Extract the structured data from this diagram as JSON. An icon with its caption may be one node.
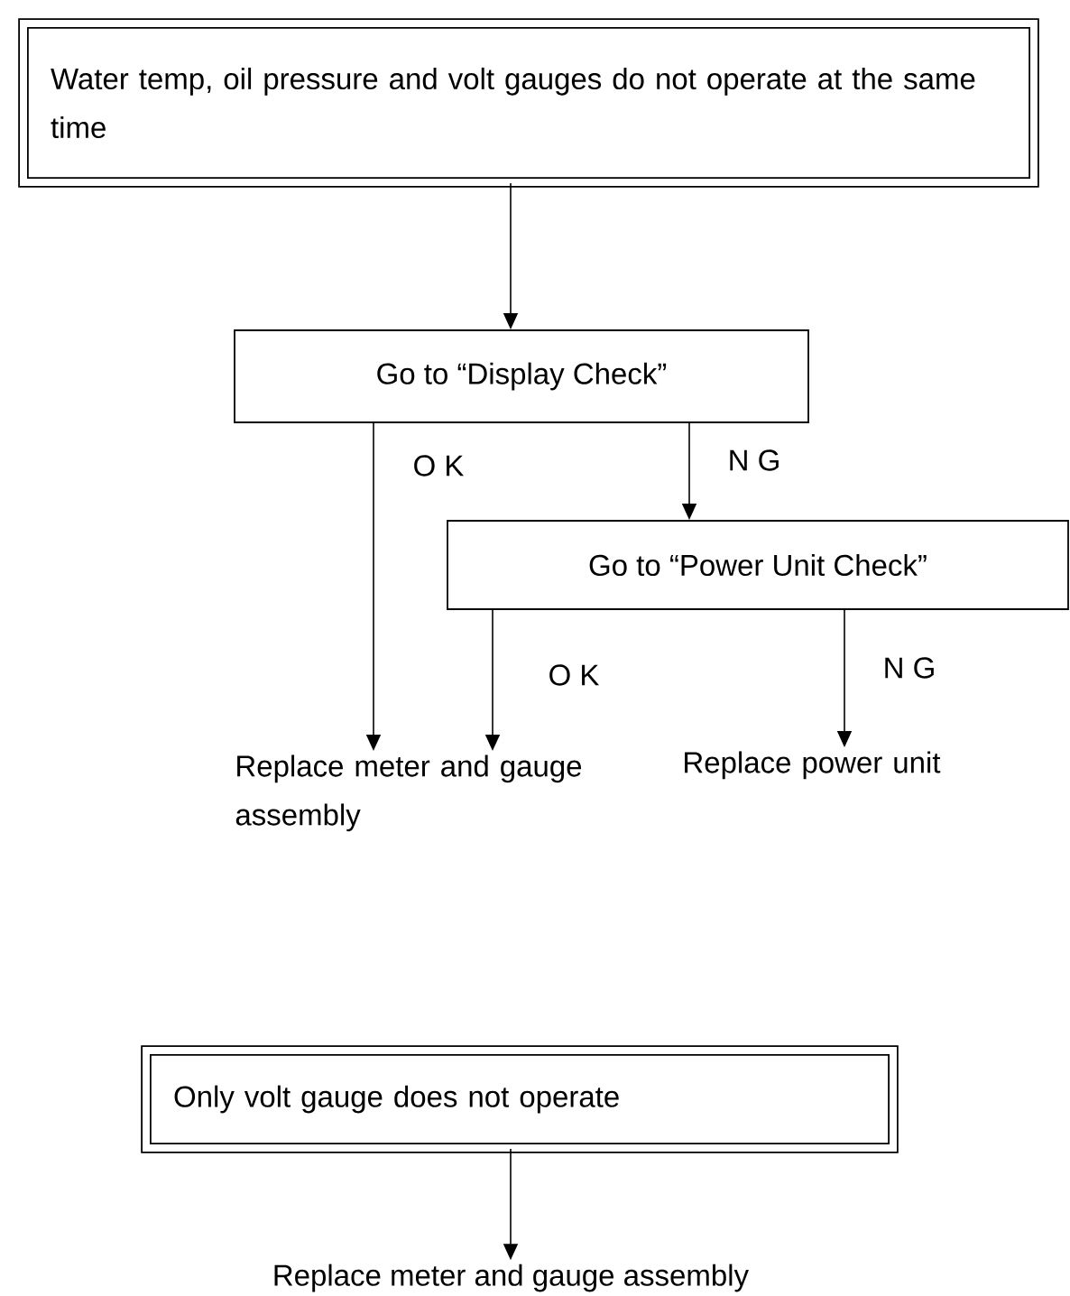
{
  "diagram": {
    "nodes": [
      {
        "text": [
          "Water temp, oil pressure and volt gauges do not operate at the same time"
        ]
      },
      {
        "text": [
          "Go to “Display Check”"
        ]
      },
      {
        "text": [
          "Go to “Power Unit Check”"
        ]
      },
      {
        "text": [
          "Replace meter and gauge assembly"
        ]
      },
      {
        "text": [
          "Replace power unit"
        ]
      },
      {
        "text": [
          "Only volt gauge does not operate"
        ]
      },
      {
        "text": [
          "Replace meter and gauge assembly"
        ]
      }
    ],
    "edges": [
      {
        "from": 0,
        "to": 1,
        "arrow": "to"
      },
      {
        "from": 1,
        "to": 3,
        "arrow": "to",
        "label": "O K"
      },
      {
        "from": 1,
        "to": 2,
        "arrow": "to",
        "label": "N G"
      },
      {
        "from": 2,
        "to": 3,
        "arrow": "to",
        "label": "O K"
      },
      {
        "from": 2,
        "to": 4,
        "arrow": "to",
        "label": "N G"
      },
      {
        "from": 5,
        "to": 6,
        "arrow": "to"
      }
    ]
  }
}
